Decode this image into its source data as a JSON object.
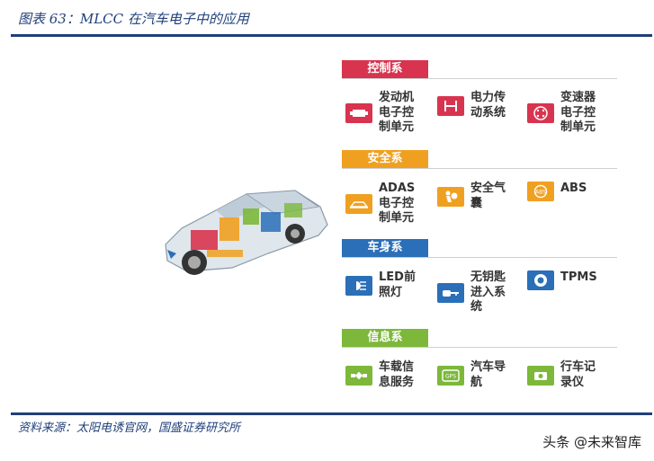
{
  "figure_title": "图表 63：MLCC 在汽车电子中的应用",
  "source": "资料来源：太阳电诱官网，国盛证券研究所",
  "watermark": "头条 @未来智库",
  "colors": {
    "rule": "#1f3f7a",
    "control": "#d8344f",
    "safety": "#f0a020",
    "body": "#2a6fb8",
    "info": "#7db83a"
  },
  "categories": [
    {
      "name": "控制系",
      "items": [
        {
          "label": "发动机\n电子控\n制单元",
          "icon": "engine-icon"
        },
        {
          "label": "电力传\n动系统",
          "icon": "power-transmission-icon"
        },
        {
          "label": "变速器\n电子控\n制单元",
          "icon": "gearbox-icon"
        }
      ]
    },
    {
      "name": "安全系",
      "items": [
        {
          "label": "ADAS\n电子控\n制单元",
          "icon": "adas-car-icon"
        },
        {
          "label": "安全气\n囊",
          "icon": "airbag-icon"
        },
        {
          "label": "ABS",
          "icon": "abs-icon"
        }
      ]
    },
    {
      "name": "车身系",
      "items": [
        {
          "label": "LED前\n照灯",
          "icon": "headlight-icon"
        },
        {
          "label": "无钥匙\n进入系\n统",
          "icon": "key-icon"
        },
        {
          "label": "TPMS",
          "icon": "tire-icon"
        }
      ]
    },
    {
      "name": "信息系",
      "items": [
        {
          "label": "车载信\n息服务",
          "icon": "satellite-icon"
        },
        {
          "label": "汽车导\n航",
          "icon": "gps-icon"
        },
        {
          "label": "行车记\n录仪",
          "icon": "dashcam-icon"
        }
      ]
    }
  ]
}
